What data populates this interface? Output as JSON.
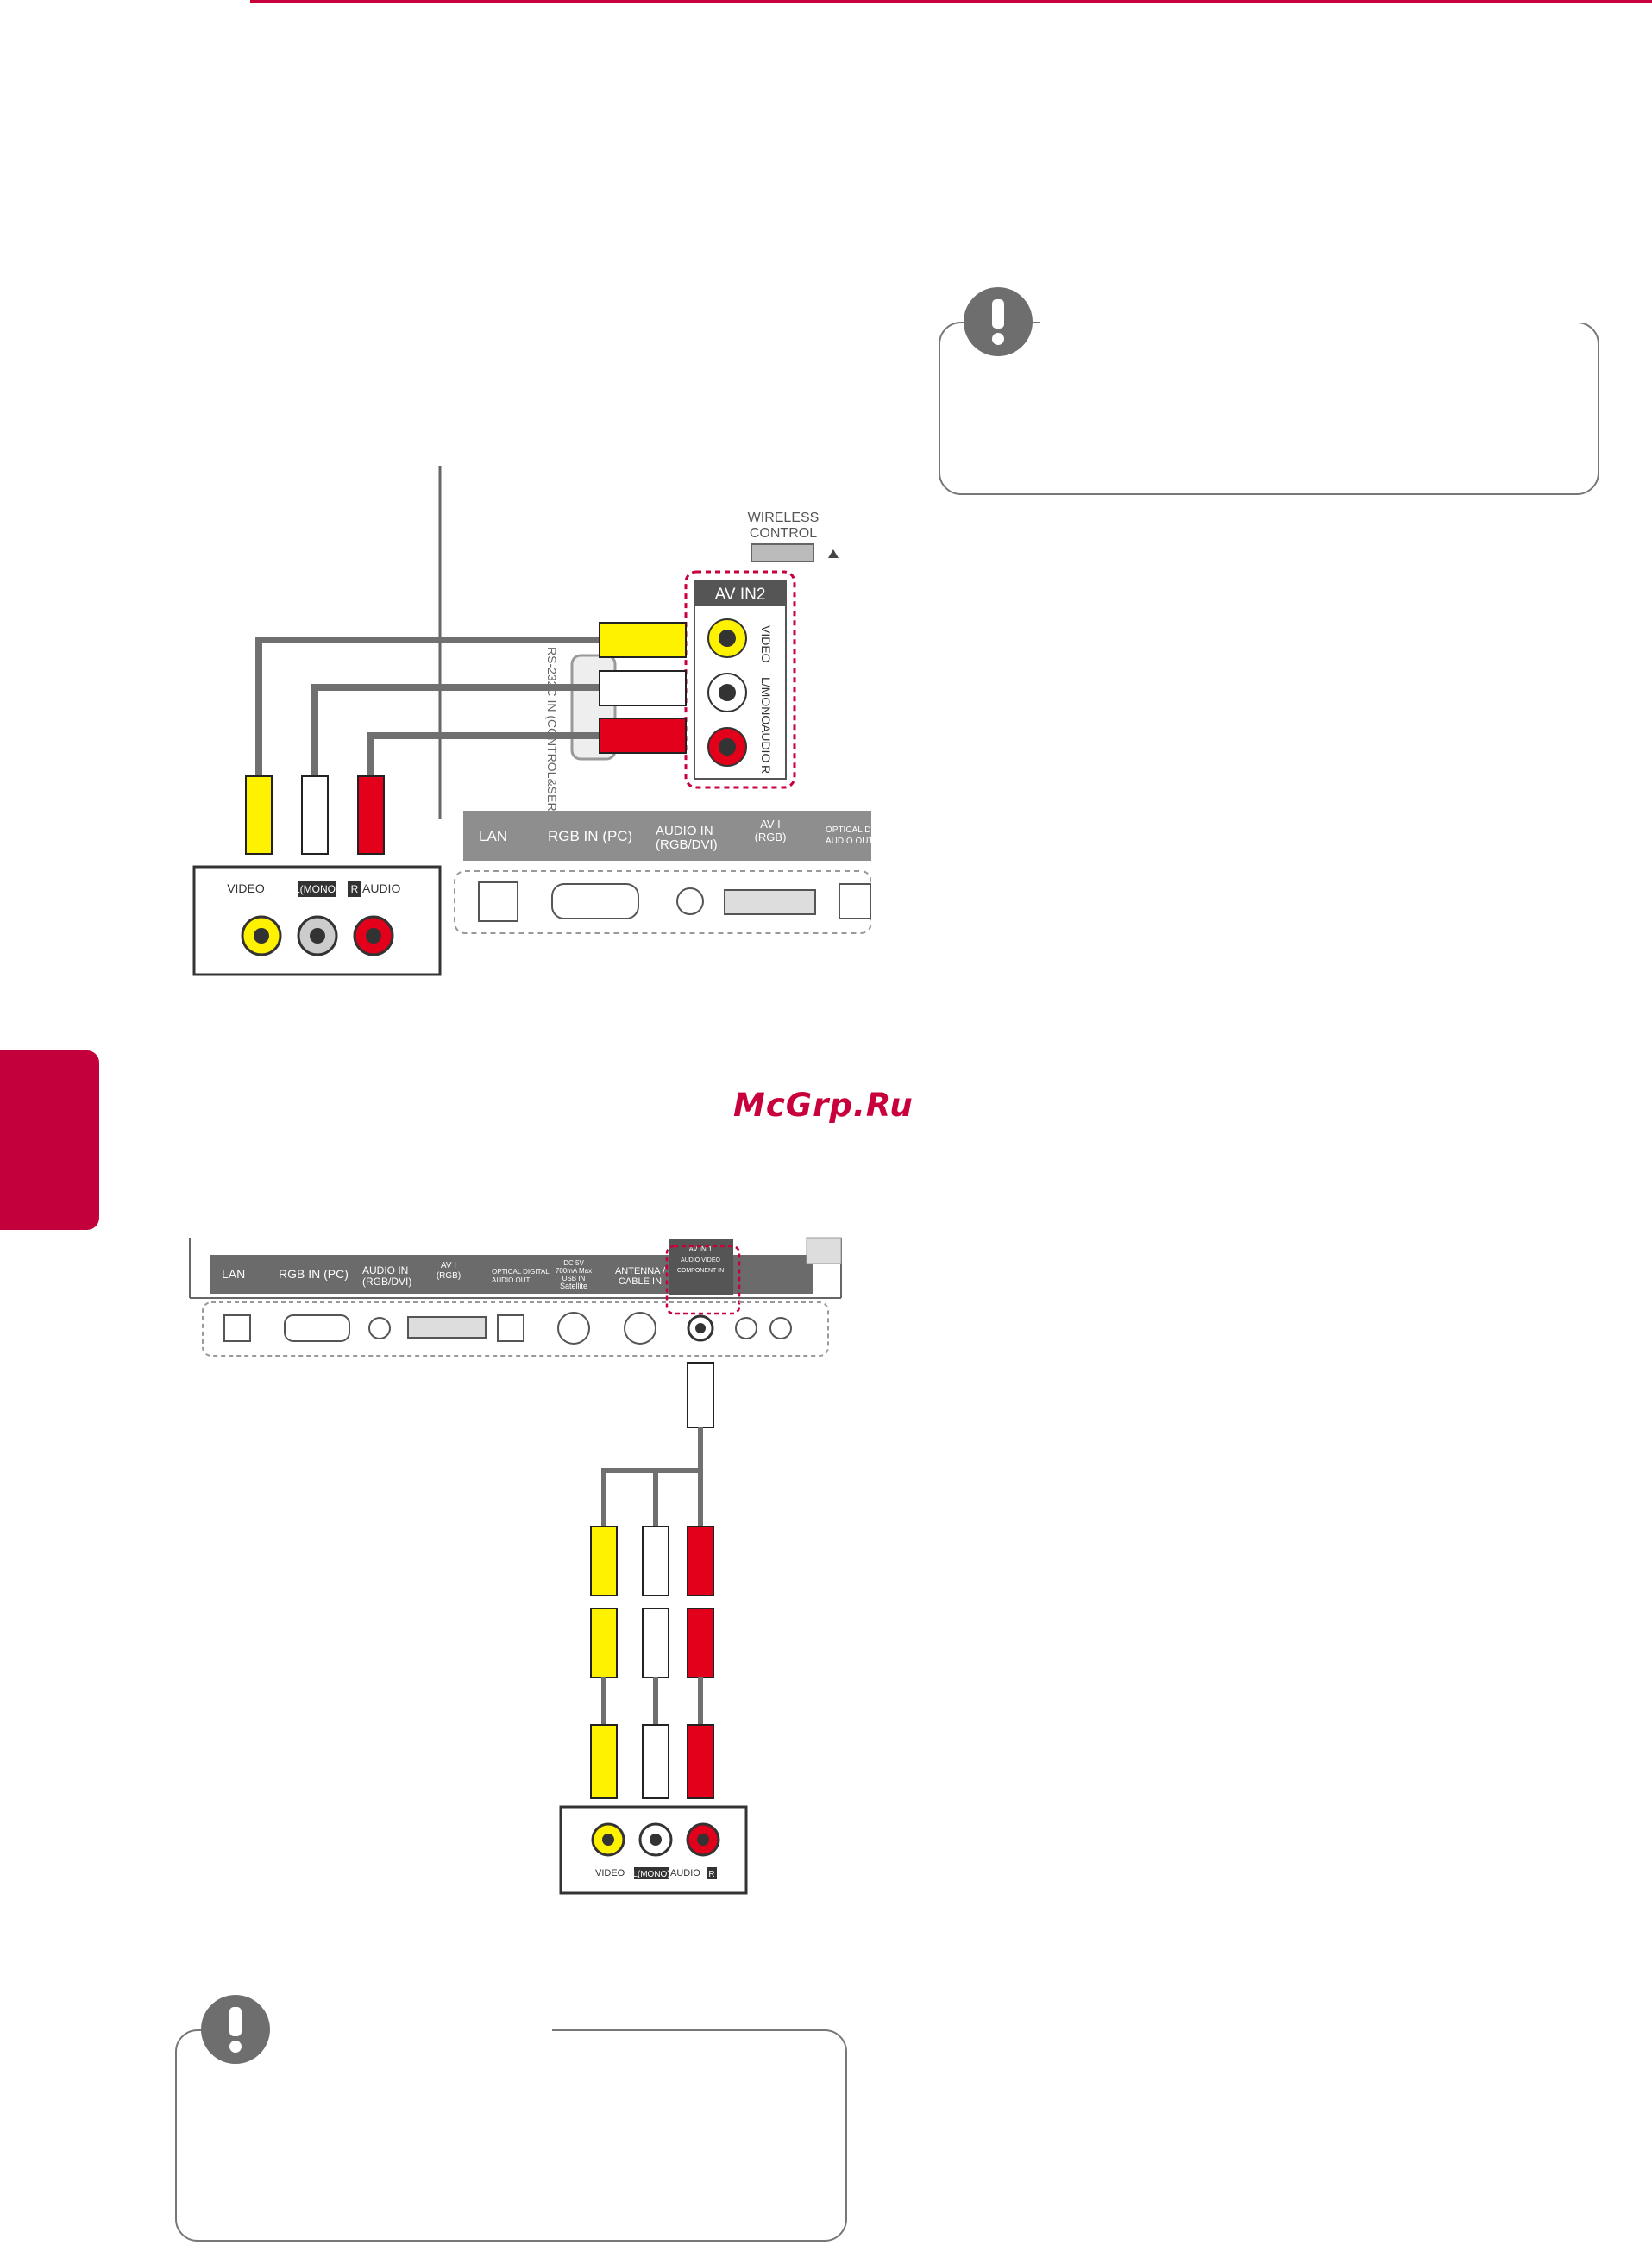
{
  "watermark": "McGrp.Ru",
  "diagram1": {
    "wireless_l1": "WIRELESS",
    "wireless_l2": "CONTROL",
    "av_in2": "AV IN2",
    "video_v": "VIDEO",
    "audio_mono_v": "L/MONO",
    "audio_r_v": "AUDIO",
    "r_mark": "R",
    "rs232": "RS-232C IN (CONTROL&SERVICE)",
    "port_labels": [
      "LAN",
      "RGB IN (PC)",
      "AUDIO IN",
      "(RGB/DVI)",
      "AV I",
      "(RGB)",
      "OPTICAL DIGITAL",
      "AUDIO OUT"
    ],
    "device_video": "VIDEO",
    "device_lmono": "L(MONO)",
    "device_r": "R",
    "device_audio": "AUDIO"
  },
  "diagram2": {
    "port_labels": [
      "LAN",
      "RGB IN (PC)",
      "AUDIO IN",
      "(RGB/DVI)",
      "AV I",
      "(RGB)",
      "OPTICAL DIGITAL",
      "AUDIO OUT",
      "DC 5V",
      "700mA Max",
      "USB IN",
      "Satellite",
      "ANTENNA /",
      "CABLE IN"
    ],
    "av_in1": "AV IN 1",
    "av_in1_sub": "AUDIO VIDEO",
    "component": "COMPONENT IN",
    "device_video": "VIDEO",
    "device_lmono": "L(MONO)",
    "device_audio": "AUDIO",
    "device_r": "R"
  },
  "colors": {
    "accent": "#c8003c",
    "yellow_plug": "#fff200",
    "red_plug": "#e2001a",
    "cable": "#707070",
    "panel": "#6b6b6b"
  },
  "icons": [
    "exclamation-icon",
    "exclamation-icon"
  ]
}
